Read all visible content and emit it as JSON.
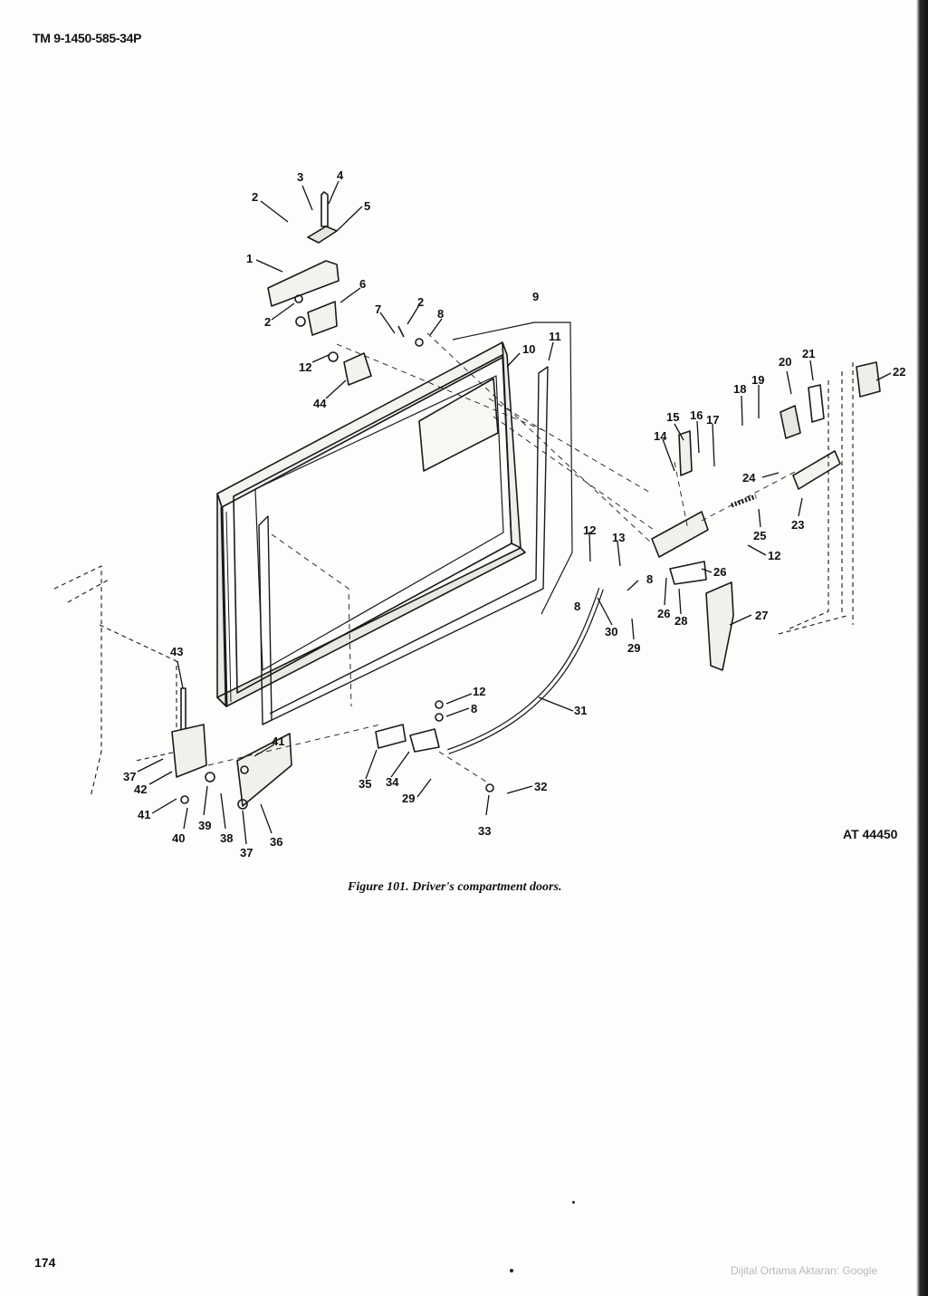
{
  "document": {
    "header_id": "TM 9-1450-585-34P",
    "figure_code": "AT 44450",
    "caption": "Figure 101.   Driver's compartment doors.",
    "page_number": "174",
    "watermark": "Dijital Ortama Aktaran: Google"
  },
  "callouts": [
    "1",
    "2",
    "3",
    "4",
    "5",
    "2",
    "6",
    "7",
    "2",
    "8",
    "9",
    "2",
    "12",
    "44",
    "10",
    "11",
    "20",
    "21",
    "22",
    "18",
    "19",
    "15",
    "16",
    "17",
    "14",
    "24",
    "25",
    "23",
    "12",
    "13",
    "12",
    "26",
    "8",
    "8",
    "26",
    "28",
    "27",
    "30",
    "29",
    "31",
    "12",
    "8",
    "43",
    "41",
    "37",
    "42",
    "41",
    "40",
    "39",
    "38",
    "37",
    "36",
    "35",
    "34",
    "29",
    "32",
    "33"
  ]
}
